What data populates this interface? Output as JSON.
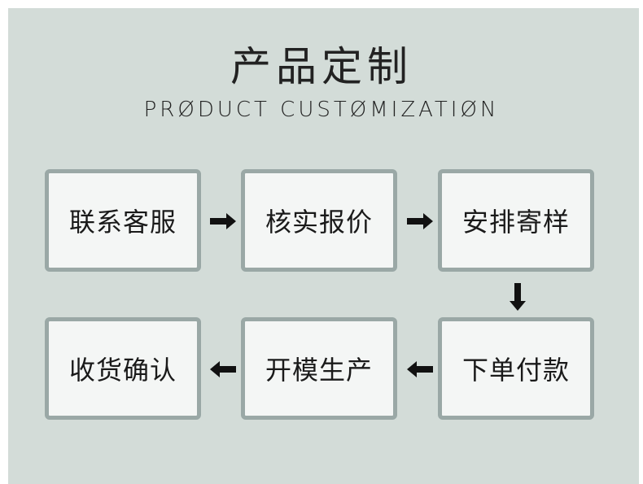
{
  "header": {
    "title": "产品定制",
    "subtitle": "PRØDUCT CUSTØMIZATIØN"
  },
  "steps": [
    {
      "label": "联系客服"
    },
    {
      "label": "核实报价"
    },
    {
      "label": "安排寄样"
    },
    {
      "label": "下单付款"
    },
    {
      "label": "开模生产"
    },
    {
      "label": "收货确认"
    }
  ],
  "colors": {
    "background": "#d3dcd8",
    "box_fill": "#f4f6f5",
    "box_border": "#9aa8a6",
    "arrow": "#111111"
  }
}
